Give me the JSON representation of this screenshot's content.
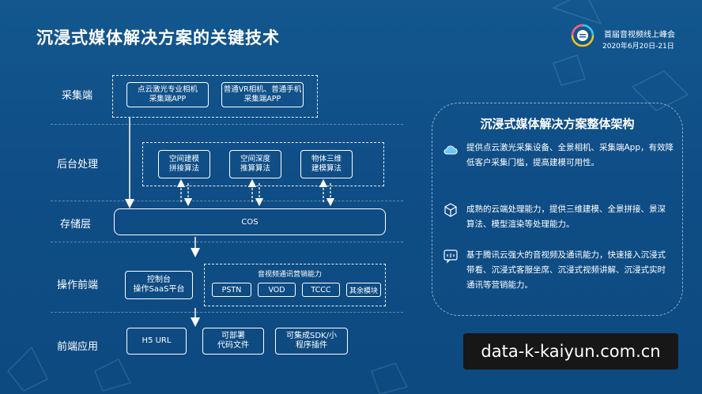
{
  "header": {
    "title": "沉浸式媒体解决方案的关键技术",
    "event_name": "首届音视频线上峰会",
    "event_date": "2020年6月20日-21日"
  },
  "layers": [
    {
      "label": "采集端"
    },
    {
      "label": "后台处理"
    },
    {
      "label": "存储层"
    },
    {
      "label": "操作前端"
    },
    {
      "label": "前端应用"
    }
  ],
  "capture_nodes": [
    {
      "line1": "点云激光专业相机",
      "line2": "采集端APP"
    },
    {
      "line1": "普通VR相机、普通手机",
      "line2": "采集端APP"
    }
  ],
  "processing_nodes": [
    {
      "line1": "空间建模",
      "line2": "拼接算法"
    },
    {
      "line1": "空间深度",
      "line2": "推算算法"
    },
    {
      "line1": "物体三维",
      "line2": "建模算法"
    }
  ],
  "storage": {
    "label": "COS"
  },
  "console": {
    "line1": "控制台",
    "line2": "操作SaaS平台"
  },
  "media_group": {
    "caption": "音视频通讯营销能力",
    "tags": [
      "PSTN",
      "VOD",
      "TCCC",
      "其余模块"
    ]
  },
  "frontend_nodes": [
    {
      "line1": "H5 URL",
      "line2": ""
    },
    {
      "line1": "可部署",
      "line2": "代码文件"
    },
    {
      "line1": "可集成SDK/小",
      "line2": "程序插件"
    }
  ],
  "panel": {
    "title": "沉浸式媒体解决方案整体架构",
    "features": [
      {
        "icon": "cloud-icon",
        "text": "提供点云激光采集设备、全景相机、采集端App，有效降低客户采集门槛，提高建模可用性。"
      },
      {
        "icon": "cube-icon",
        "text": "成熟的云端处理能力，提供三维建模、全景拼接、景深算法、模型渲染等处理能力。"
      },
      {
        "icon": "chat-icon",
        "text": "基于腾讯云强大的音视频及通讯能力，快速接入沉浸式带看、沉浸式客服坐席、沉浸式视频讲解、沉浸式实时通讯等营销能力。"
      }
    ]
  },
  "watermark": "data-k-kaiyun.com.cn"
}
